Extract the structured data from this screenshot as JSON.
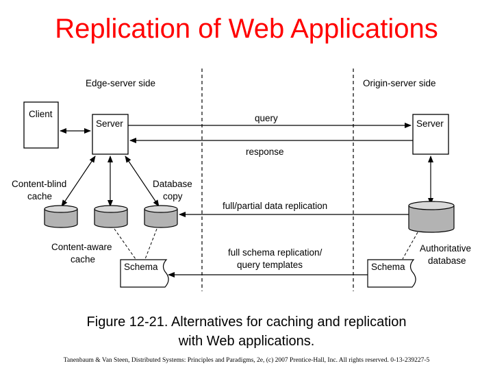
{
  "title": "Replication of Web Applications",
  "diagram": {
    "edge_side_label": "Edge-server side",
    "origin_side_label": "Origin-server side",
    "client_label": "Client",
    "edge_server_label": "Server",
    "origin_server_label": "Server",
    "query_label": "query",
    "response_label": "response",
    "content_blind_label_1": "Content-blind",
    "content_blind_label_2": "cache",
    "database_copy_label_1": "Database",
    "database_copy_label_2": "copy",
    "content_aware_label_1": "Content-aware",
    "content_aware_label_2": "cache",
    "replication_label": "full/partial data replication",
    "schema_replication_label_1": "full schema replication/",
    "schema_replication_label_2": "query templates",
    "edge_schema_label": "Schema",
    "origin_schema_label": "Schema",
    "authoritative_label_1": "Authoritative",
    "authoritative_label_2": "database"
  },
  "caption_line1": "Figure 12-21. Alternatives for caching and replication",
  "caption_line2": "with Web applications.",
  "footer": "Tanenbaum & Van Steen, Distributed Systems: Principles and Paradigms, 2e, (c) 2007 Prentice-Hall, Inc. All rights reserved. 0-13-239227-5"
}
